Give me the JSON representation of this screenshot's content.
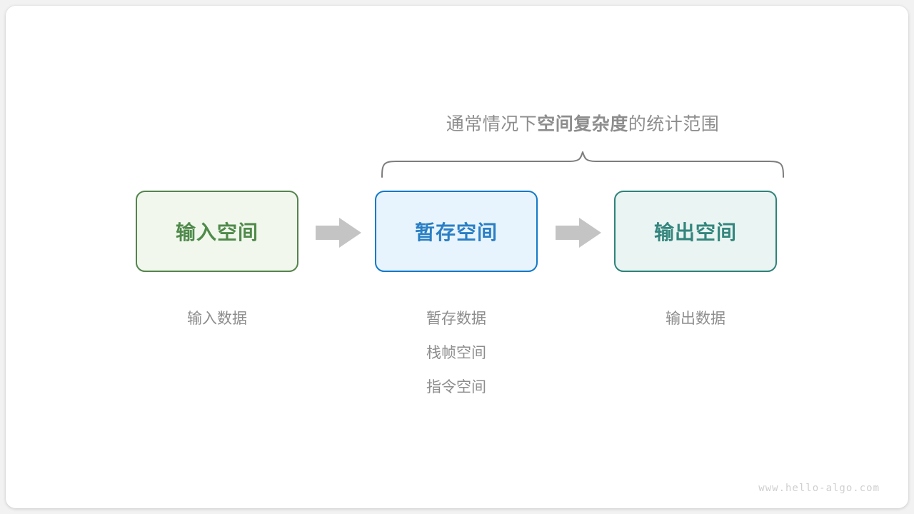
{
  "card": {
    "background": "#ffffff",
    "canvas_background": "#f2f2f2"
  },
  "caption": {
    "prefix": "通常情况下",
    "emphasis": "空间复杂度",
    "suffix": "的统计范围",
    "color": "#8d8d8d"
  },
  "brace": {
    "name": "curly-brace-bracket",
    "color": "#7d7d7d",
    "spans_boxes": [
      "暂存空间",
      "输出空间"
    ]
  },
  "boxes": [
    {
      "id": "input",
      "label": "输入空间",
      "fill": "#f1f7ed",
      "border": "#55844d",
      "text_color": "#4f8a4a"
    },
    {
      "id": "temp",
      "label": "暂存空间",
      "fill": "#e8f4fd",
      "border": "#1379c9",
      "text_color": "#2a7fc4"
    },
    {
      "id": "output",
      "label": "输出空间",
      "fill": "#eaf4f2",
      "border": "#2e8379",
      "text_color": "#33867d"
    }
  ],
  "arrows": [
    {
      "id": "arrow-1",
      "direction": "right",
      "color": "#c4c4c4"
    },
    {
      "id": "arrow-2",
      "direction": "right",
      "color": "#c4c4c4"
    }
  ],
  "labels": {
    "input": [
      "输入数据"
    ],
    "temp": [
      "暂存数据",
      "栈帧空间",
      "指令空间"
    ],
    "output": [
      "输出数据"
    ],
    "color": "#8d8d8d"
  },
  "watermark": {
    "text": "www.hello-algo.com",
    "color": "#cfcfcf"
  }
}
